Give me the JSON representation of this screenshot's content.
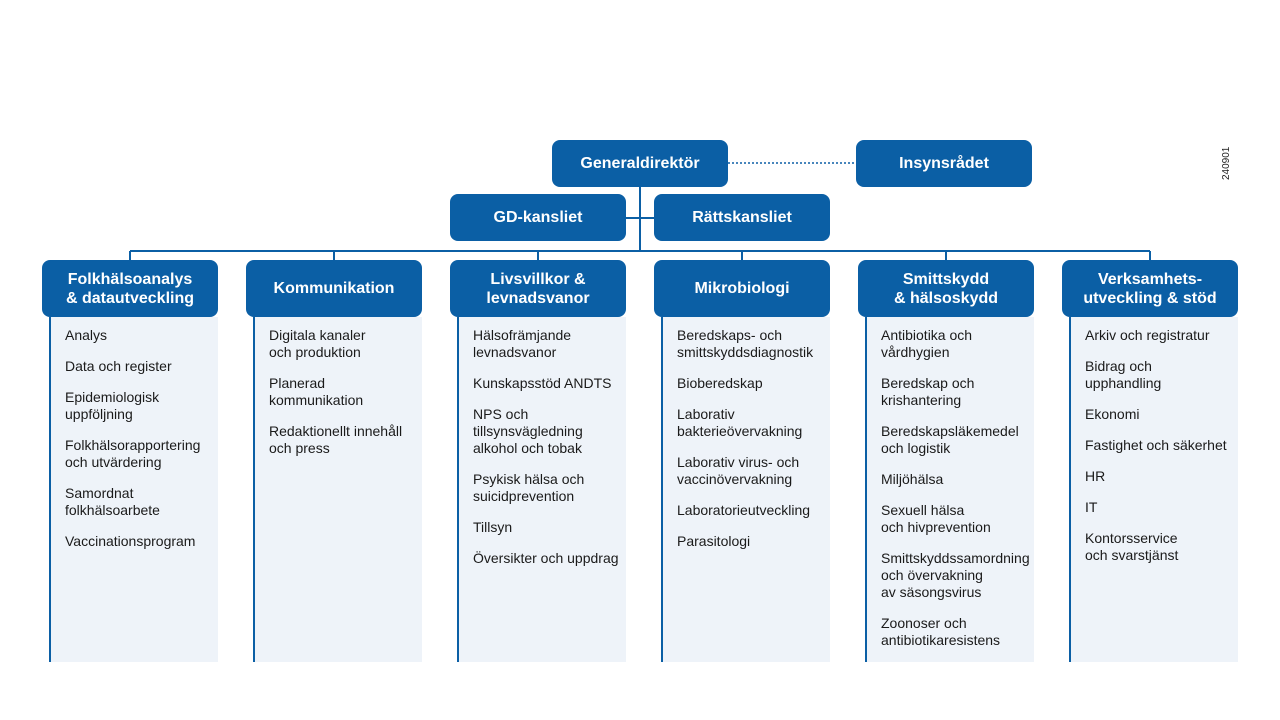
{
  "document_code": "240901",
  "colors": {
    "box": "#0b5fa5",
    "panel": "#eef3f9",
    "line": "#0b5fa5"
  },
  "top": {
    "director": "Generaldirektör",
    "board": "Insynsrådet"
  },
  "staff": [
    "GD-kansliet",
    "Rättskansliet"
  ],
  "departments": [
    {
      "title": "Folkhälsoanalys\n& datautveckling",
      "units": [
        "Analys",
        "Data och register",
        "Epidemiologisk\nuppföljning",
        "Folkhälsorapportering\noch utvärdering",
        "Samordnat\nfolkhälsoarbete",
        "Vaccinationsprogram"
      ]
    },
    {
      "title": "Kommunikation",
      "units": [
        "Digitala kanaler\noch produktion",
        "Planerad\nkommunikation",
        "Redaktionellt innehåll\noch press"
      ]
    },
    {
      "title": "Livsvillkor &\nlevnadsvanor",
      "units": [
        "Hälsofrämjande\nlevnadsvanor",
        "Kunskapsstöd ANDTS",
        "NPS och\ntillsynsvägledning\nalkohol och tobak",
        "Psykisk hälsa och\nsuicidprevention",
        "Tillsyn",
        "Översikter och uppdrag"
      ]
    },
    {
      "title": "Mikrobiologi",
      "units": [
        "Beredskaps- och\nsmittskyddsdiagnostik",
        "Bioberedskap",
        "Laborativ\nbakterieövervakning",
        "Laborativ virus- och\nvaccinövervakning",
        "Laboratorieutveckling",
        "Parasitologi"
      ]
    },
    {
      "title": "Smittskydd\n& hälsoskydd",
      "units": [
        "Antibiotika och\nvårdhygien",
        "Beredskap och\nkrishantering",
        "Beredskapsläkemedel\noch logistik",
        "Miljöhälsa",
        "Sexuell hälsa\noch hivprevention",
        "Smittskyddssamordning\noch övervakning\nav säsongsvirus",
        "Zoonoser och\nantibiotikaresistens"
      ]
    },
    {
      "title": "Verksamhets-\nutveckling & stöd",
      "units": [
        "Arkiv och registratur",
        "Bidrag och\nupphandling",
        "Ekonomi",
        "Fastighet och säkerhet",
        "HR",
        "IT",
        "Kontorsservice\noch svarstjänst"
      ]
    }
  ]
}
